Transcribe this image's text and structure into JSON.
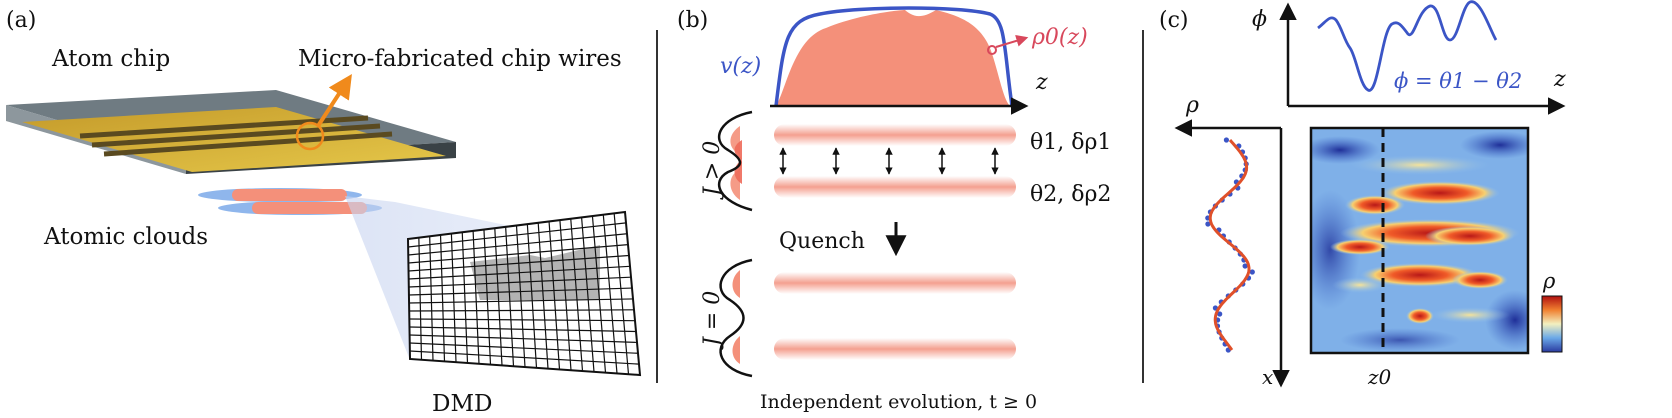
{
  "panel_a": {
    "label": "(a)",
    "atom_chip": "Atom chip",
    "wires": "Micro-fabricated chip wires",
    "clouds": "Atomic clouds",
    "dmd": "DMD"
  },
  "panel_b": {
    "label": "(b)",
    "v_label": "v(z)",
    "rho_label": "ρ0(z)",
    "z_label": "z",
    "j_pos": "J > 0",
    "j_zero": "J = 0",
    "theta1": "θ1, δρ1",
    "theta2": "θ2, δρ2",
    "quench": "Quench",
    "evolution": "Independent evolution, t ≥ 0"
  },
  "panel_c": {
    "label": "(c)",
    "phi_axis": "ϕ",
    "z_axis": "z",
    "phi_eq": "ϕ = θ1 − θ2",
    "rho_axis": "ρ",
    "x_axis": "x",
    "z0": "z0",
    "cbar": "ρ"
  },
  "colors": {
    "blue": "#3b55c6",
    "red": "#d8485c",
    "salmon": "#f4907a",
    "orange": "#f08a1c",
    "chip_gold": "#d9b23a"
  }
}
